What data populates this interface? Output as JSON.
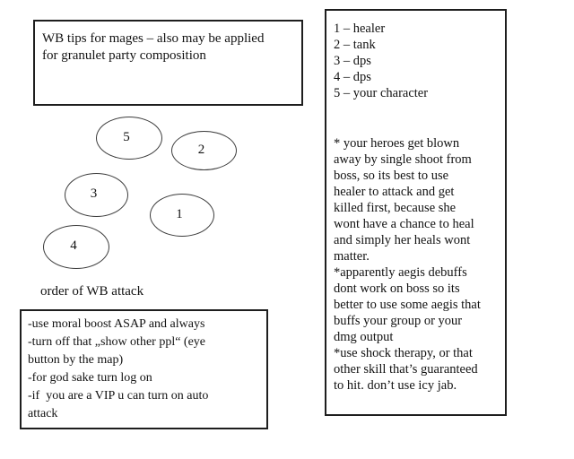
{
  "page": {
    "background_color": "#ffffff",
    "ink_color": "#121212",
    "border_color": "#1e1e1e"
  },
  "title_box": {
    "text": "WB tips for mages – also may be applied\nfor granulet party composition"
  },
  "formation": {
    "caption": "order of WB attack",
    "ellipses": [
      {
        "label": "1"
      },
      {
        "label": "2"
      },
      {
        "label": "3"
      },
      {
        "label": "4"
      },
      {
        "label": "5"
      }
    ]
  },
  "tips_box": {
    "text": "-use moral boost ASAP and always\n-turn off that „show other ppl“ (eye\nbutton by the map)\n-for god sake turn log on\n-if  you are a VIP u can turn on auto\nattack"
  },
  "right_panel": {
    "roster": [
      "1 – healer",
      "2 – tank",
      "3 – dps",
      "4 – dps",
      "5 – your character"
    ],
    "notes": "* your heroes get blown\naway by single shoot from\nboss, so its best to use\nhealer to attack and get\nkilled first, because she\nwont have a chance to heal\nand simply her heals wont\nmatter.\n*apparently aegis debuffs\ndont work on boss so its\nbetter to use some aegis that\nbuffs your group or your\ndmg output\n*use shock therapy, or that\nother skill that’s guaranteed\nto hit. don’t use icy jab."
  }
}
